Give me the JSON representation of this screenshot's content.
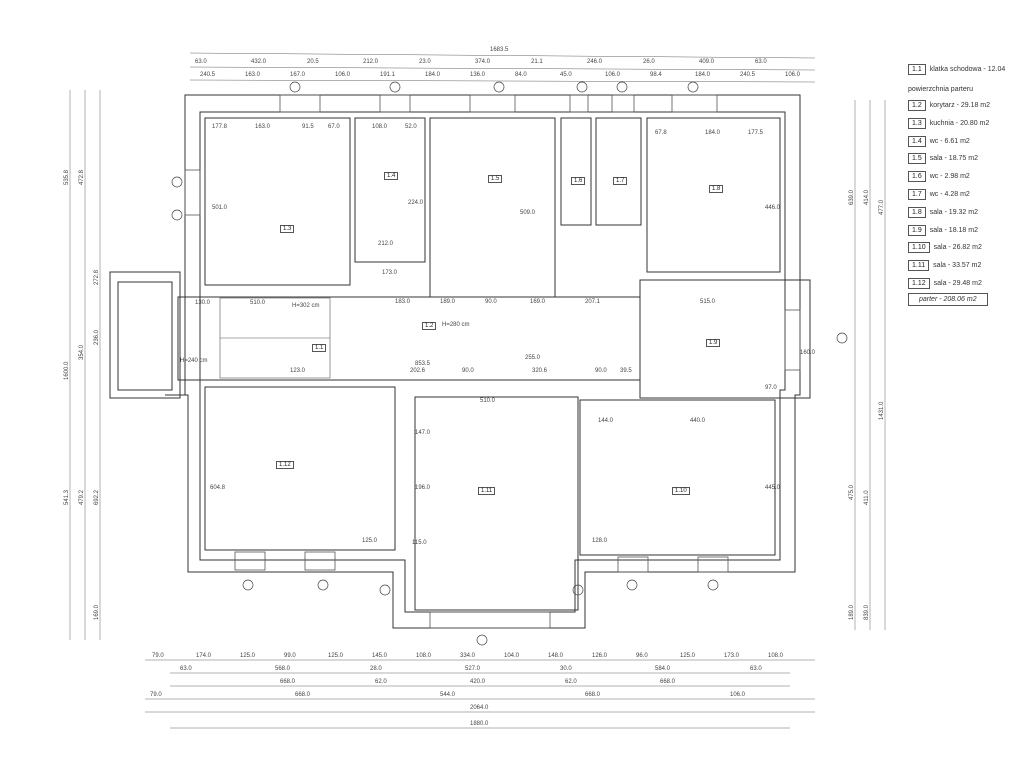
{
  "legend": {
    "heading": "powierzchnia parteru",
    "items": [
      {
        "id": "1.1",
        "label": "klatka schodowa - 12.04"
      },
      {
        "id": "1.2",
        "label": "korytarz - 29.18 m2"
      },
      {
        "id": "1.3",
        "label": "kuchnia - 20.80 m2"
      },
      {
        "id": "1.4",
        "label": "wc - 6.61 m2"
      },
      {
        "id": "1.5",
        "label": "sala - 18.75 m2"
      },
      {
        "id": "1.6",
        "label": "wc - 2.98 m2"
      },
      {
        "id": "1.7",
        "label": "wc - 4.28 m2"
      },
      {
        "id": "1.8",
        "label": "sala - 19.32 m2"
      },
      {
        "id": "1.9",
        "label": "sala - 18.18 m2"
      },
      {
        "id": "1.10",
        "label": "sala - 26.82 m2"
      },
      {
        "id": "1.11",
        "label": "sala - 33.57 m2"
      },
      {
        "id": "1.12",
        "label": "sala - 29.48 m2"
      }
    ],
    "total": "parter - 208.06 m2"
  },
  "rooms": [
    "1.1",
    "1.2",
    "1.3",
    "1.4",
    "1.5",
    "1.6",
    "1.7",
    "1.8",
    "1.9",
    "1.10",
    "1.11",
    "1.12"
  ],
  "heights": [
    "H=302 cm",
    "H=280 cm",
    "H=240 cm"
  ],
  "dims_top": [
    "1683.5",
    "63.0",
    "432.0",
    "20.5",
    "212.0",
    "23.0",
    "374.0",
    "21.1",
    "246.0",
    "26.0",
    "409.0",
    "63.0",
    "240.5",
    "163.0",
    "167.0",
    "106.0",
    "191.1",
    "184.0",
    "136.0",
    "84.0",
    "45.0",
    "106.0",
    "98.4",
    "184.0",
    "240.5",
    "106.0"
  ],
  "dims_bottom": [
    "79.0",
    "174.0",
    "125.0",
    "99.0",
    "125.0",
    "145.0",
    "108.0",
    "334.0",
    "104.0",
    "148.0",
    "126.0",
    "96.0",
    "125.0",
    "173.0",
    "108.0",
    "63.0",
    "568.0",
    "28.0",
    "527.0",
    "30.0",
    "584.0",
    "63.0",
    "668.0",
    "62.0",
    "420.0",
    "62.0",
    "668.0",
    "79.0",
    "668.0",
    "544.0",
    "668.0",
    "106.0",
    "2064.0",
    "1880.0"
  ],
  "dims_left": [
    "535.8",
    "472.8",
    "272.8",
    "1600.0",
    "354.0",
    "236.0",
    "541.3",
    "479.2",
    "692.2",
    "169.0"
  ],
  "dims_right": [
    "639.0",
    "414.0",
    "477.0",
    "1431.0",
    "411.0",
    "475.0",
    "839.0",
    "189.0"
  ],
  "dims_inner": [
    "177.8",
    "163.0",
    "91.5",
    "67.0",
    "108.0",
    "52.0",
    "501.0",
    "224.0",
    "212.0",
    "173.0",
    "509.0",
    "446.0",
    "67.8",
    "184.0",
    "177.5",
    "130.0",
    "510.0",
    "183.0",
    "189.0",
    "90.0",
    "169.0",
    "207.1",
    "515.0",
    "853.5",
    "255.0",
    "160.0",
    "123.0",
    "202.6",
    "90.0",
    "320.6",
    "90.0",
    "39.5",
    "510.0",
    "144.0",
    "440.0",
    "604.8",
    "147.0",
    "196.0",
    "125.0",
    "115.0",
    "128.0",
    "445.0",
    "97.0"
  ]
}
